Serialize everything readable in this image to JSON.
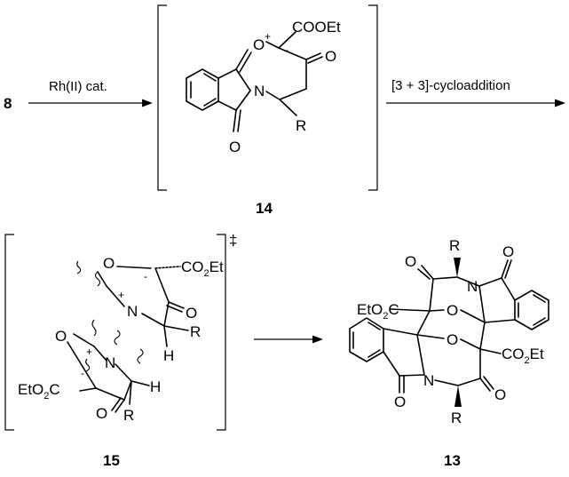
{
  "scheme": {
    "start_label": "8",
    "step1_reagent": "Rh(II) cat.",
    "step2_label": "[3 + 3]-cycloaddition",
    "cmpd14": {
      "number": "14",
      "oxonium": "O",
      "oxonium_charge": "+",
      "carbanion_charge": "-",
      "ester": "COOEt",
      "ketone_o": "O",
      "n_atom": "N",
      "r_group": "R",
      "imide_o": "O"
    },
    "cmpd15": {
      "number": "15",
      "ts_mark": "‡",
      "o_top": "O",
      "o_left": "O",
      "n_top": "N",
      "n_bottom": "N",
      "plus1": "+",
      "plus2": "+",
      "minus1": "-",
      "minus2": "-",
      "ester_top": "CO",
      "ester_top_sub": "2",
      "ester_top_tail": "Et",
      "ester_bottom": "EtO",
      "ester_bottom_sub": "2",
      "ester_bottom_tail": "C",
      "ketone_top": "O",
      "ketone_bottom": "O",
      "r_top": "R",
      "r_bottom": "R",
      "h_top": "H",
      "h_bottom": "H"
    },
    "cmpd13": {
      "number": "13",
      "r_top": "R",
      "r_bottom": "R",
      "o_top_left": "O",
      "o_top_right": "O",
      "o_bottom_left": "O",
      "o_bottom_right": "O",
      "o_bridge_top": "O",
      "o_bridge_bottom": "O",
      "n_top": "N",
      "n_bottom": "N",
      "ester_left": "EtO",
      "ester_left_sub": "2",
      "ester_left_tail": "C",
      "ester_right": "CO",
      "ester_right_sub": "2",
      "ester_right_tail": "Et"
    }
  }
}
